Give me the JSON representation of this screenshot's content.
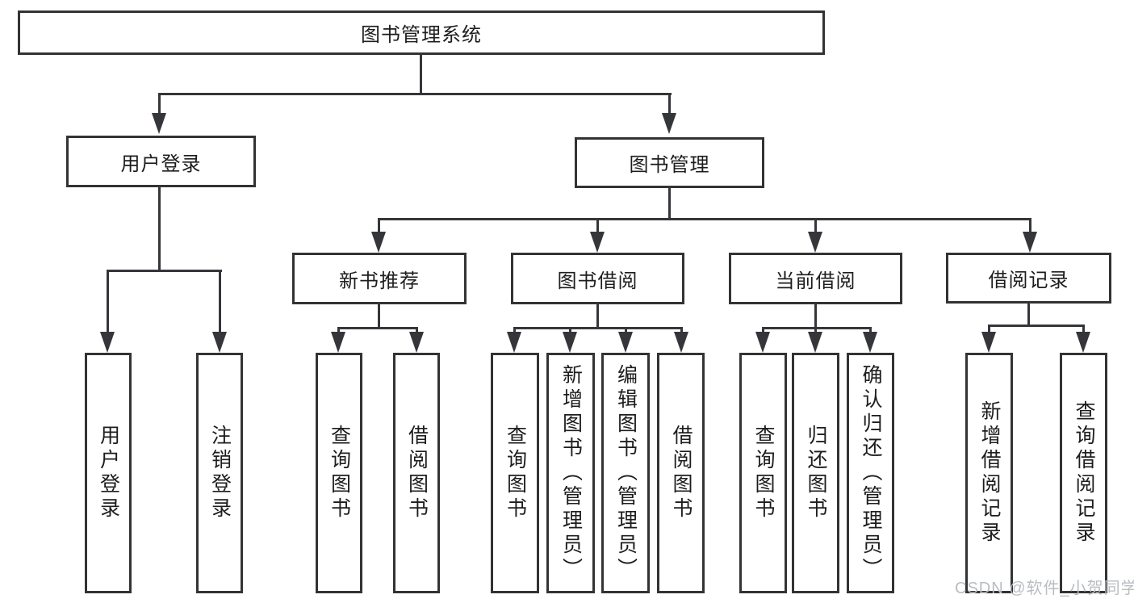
{
  "diagram": {
    "type": "hierarchy-tree",
    "root": {
      "label": "图书管理系统"
    },
    "level2": [
      {
        "id": "user-login",
        "label": "用户登录"
      },
      {
        "id": "book-management",
        "label": "图书管理"
      }
    ],
    "level3": [
      {
        "id": "new-book-recommend",
        "label": "新书推荐",
        "parent": "book-management"
      },
      {
        "id": "book-borrow",
        "label": "图书借阅",
        "parent": "book-management"
      },
      {
        "id": "current-borrow",
        "label": "当前借阅",
        "parent": "book-management"
      },
      {
        "id": "borrow-records",
        "label": "借阅记录",
        "parent": "book-management"
      }
    ],
    "leaves": [
      {
        "id": "user-login-leaf",
        "label": "用户登录",
        "parent": "user-login"
      },
      {
        "id": "logout",
        "label": "注销登录",
        "parent": "user-login"
      },
      {
        "id": "query-books-recommend",
        "label": "查询图书",
        "parent": "new-book-recommend"
      },
      {
        "id": "borrow-books-recommend",
        "label": "借阅图书",
        "parent": "new-book-recommend"
      },
      {
        "id": "query-books-borrow",
        "label": "查询图书",
        "parent": "book-borrow"
      },
      {
        "id": "add-book-admin",
        "label": "新增图书（管理员）",
        "parent": "book-borrow"
      },
      {
        "id": "edit-book-admin",
        "label": "编辑图书（管理员）",
        "parent": "book-borrow"
      },
      {
        "id": "borrow-books-borrow",
        "label": "借阅图书",
        "parent": "book-borrow"
      },
      {
        "id": "query-books-current",
        "label": "查询图书",
        "parent": "current-borrow"
      },
      {
        "id": "return-books",
        "label": "归还图书",
        "parent": "current-borrow"
      },
      {
        "id": "confirm-return-admin",
        "label": "确认归还（管理员）",
        "parent": "current-borrow"
      },
      {
        "id": "add-borrow-record",
        "label": "新增借阅记录",
        "parent": "borrow-records"
      },
      {
        "id": "query-borrow-record",
        "label": "查询借阅记录",
        "parent": "borrow-records"
      }
    ],
    "watermark": "CSDN @软件_小贺同学",
    "colors": {
      "line": "#35363a",
      "border": "#333333",
      "background": "#ffffff",
      "text": "#1d1d1f",
      "watermark": "#b9bdc3"
    }
  }
}
